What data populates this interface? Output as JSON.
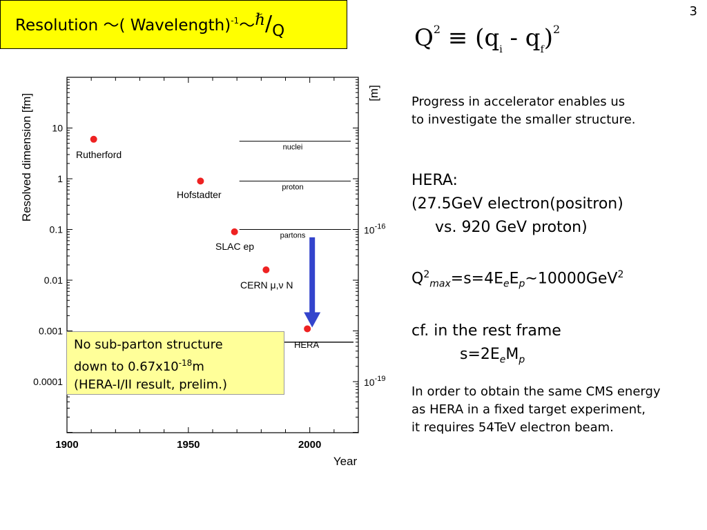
{
  "page_number": "3",
  "title": {
    "resolution": "Resolution",
    "sim1": "～(",
    "wavelength": "Wavelength)",
    "exp": "-1",
    "sim2": "～",
    "hbar": "ℏ",
    "slash": "/",
    "q": "Q"
  },
  "formula": {
    "lhs": "Q",
    "lhs_exp": "2",
    "equiv": " ≡ ",
    "open": "(",
    "qi": "q",
    "qi_sub": "i",
    "minus": " - ",
    "qf": "q",
    "qf_sub": "f",
    "close": ")",
    "rhs_exp": "2"
  },
  "progress": {
    "line1": "Progress in accelerator enables us",
    "line2": "to investigate the smaller structure."
  },
  "hera": {
    "heading": "HERA:",
    "line1": "(27.5GeV  electron(positron)",
    "line2": "vs. 920 GeV  proton)",
    "q2_base": "Q",
    "q2_sup": "2",
    "q2_sub": "max",
    "q2_eq": "=s=4E",
    "e_sub": "e",
    "e2": "E",
    "p_sub": "p",
    "q2_val": "~10000GeV",
    "q2_val_sup": "2",
    "cf": "cf. in the rest frame",
    "s_eq": "s=2E",
    "s_e_sub": "e",
    "s_m": "M",
    "s_p_sub": "p"
  },
  "cms": {
    "line1": "In order to obtain the same CMS energy",
    "line2": "as HERA in a fixed target experiment,",
    "line3": "it requires 54TeV electron beam."
  },
  "note": {
    "line1": "No sub-parton structure",
    "line2a": "down to 0.67x10",
    "line2_sup": "-18",
    "line2b": "m",
    "line3": "(HERA-I/II result, prelim.)"
  },
  "chart_data": {
    "type": "scatter",
    "xlabel": "Year",
    "ylabel": "Resolved dimension [fm]",
    "right_axis_label": "[m]",
    "xlim": [
      1900,
      2020
    ],
    "ylim": [
      1e-05,
      100
    ],
    "y_scale": "log",
    "x_ticks": [
      "1900",
      "1950",
      "2000"
    ],
    "y_ticks": [
      "10",
      "1",
      "0.1",
      "0.01",
      "0.001",
      "0.0001"
    ],
    "y_tick_values": [
      10,
      1,
      0.1,
      0.01,
      0.001,
      0.0001
    ],
    "right_ticks": [
      {
        "label": "10",
        "exp": "-16",
        "value": 0.1
      },
      {
        "label": "10",
        "exp": "-19",
        "value": 0.0001
      }
    ],
    "points": [
      {
        "label": "Rutherford",
        "x": 1911,
        "y": 6
      },
      {
        "label": "Hofstadter",
        "x": 1955,
        "y": 0.9
      },
      {
        "label": "SLAC ep",
        "x": 1969,
        "y": 0.09
      },
      {
        "label": "CERN μ,ν N",
        "x": 1982,
        "y": 0.016
      },
      {
        "label": "HERA",
        "x": 1999,
        "y": 0.0011
      }
    ],
    "levels": [
      {
        "label": "nuclei",
        "y": 5.5,
        "x_start": 1971
      },
      {
        "label": "proton",
        "y": 0.9,
        "x_start": 1971
      },
      {
        "label": "partons",
        "y": 0.1,
        "x_start": 1971
      },
      {
        "label": "",
        "y": 0.0006,
        "x_start": 1988
      }
    ],
    "arrow": {
      "x": 2001,
      "y_from": 0.07,
      "y_to": 0.0011,
      "color": "#3344cc"
    },
    "point_color": "#ee2222",
    "grid": false
  }
}
